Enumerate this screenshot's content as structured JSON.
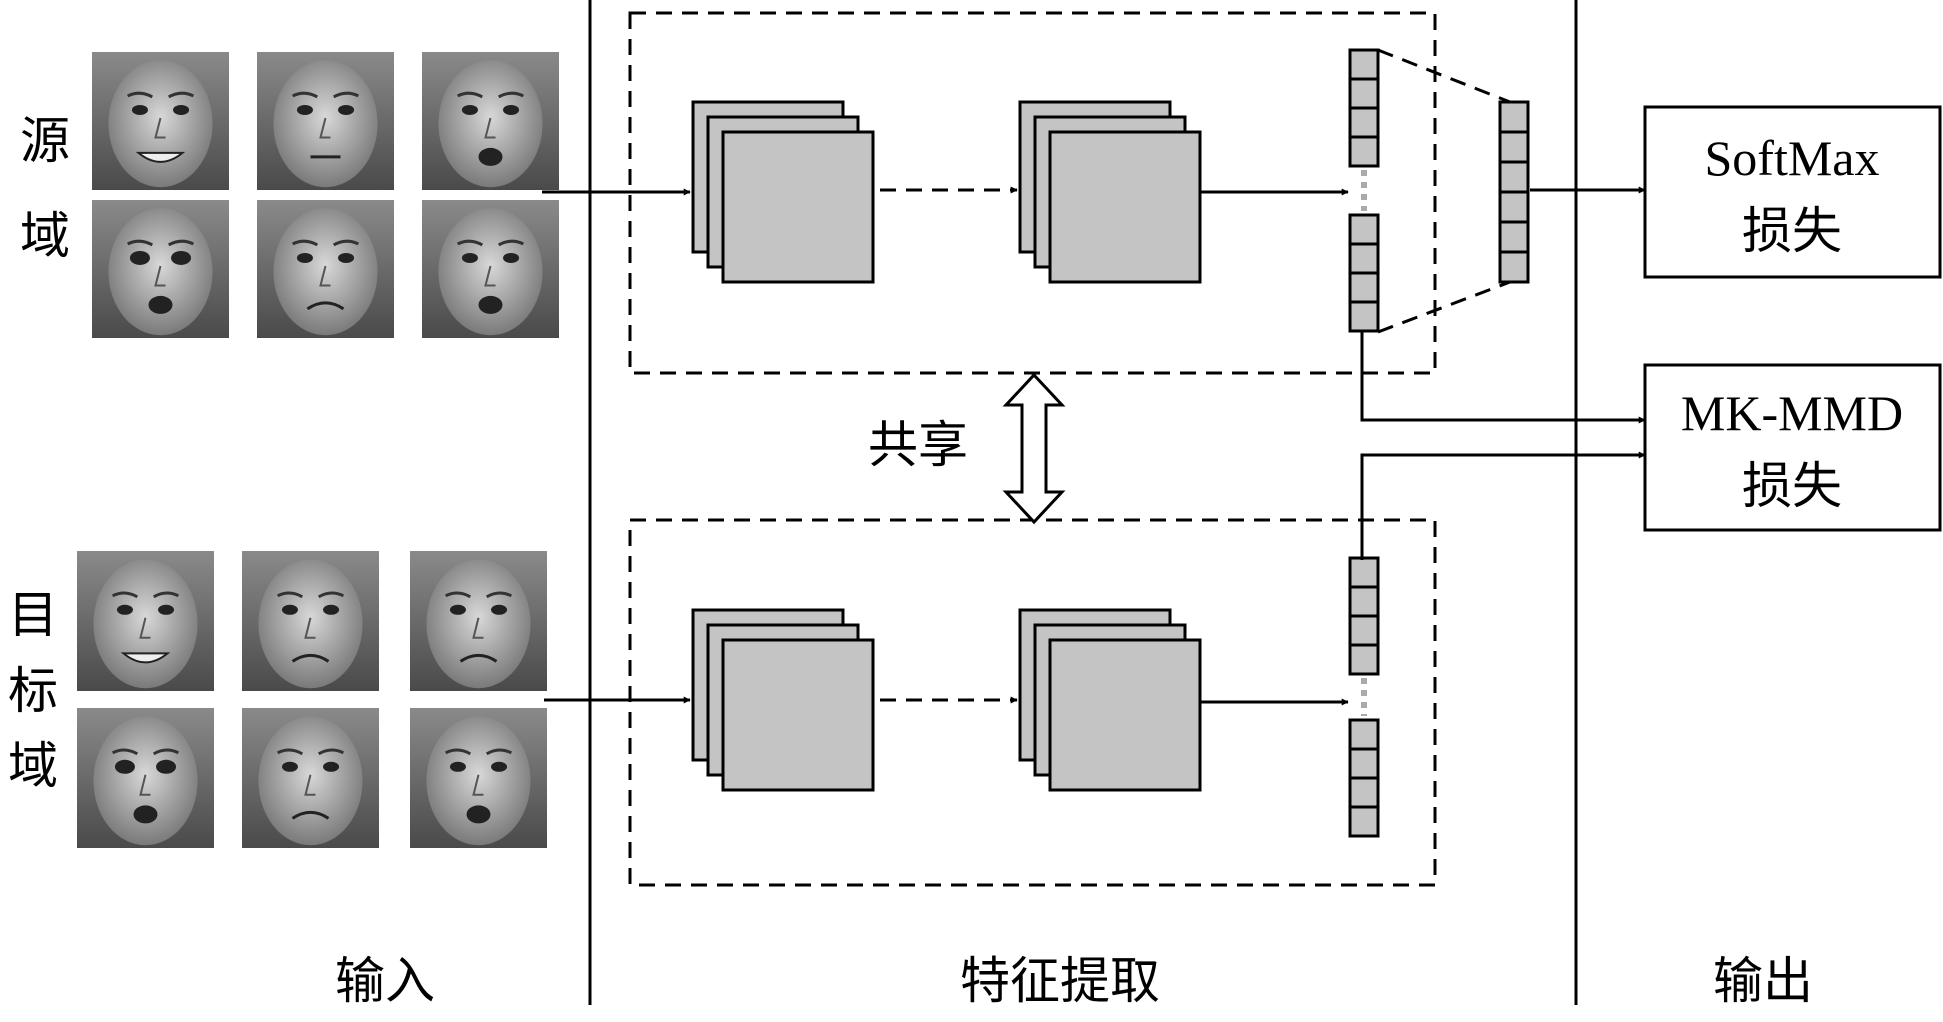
{
  "columns": {
    "input": "输入",
    "feature_extraction": "特征提取",
    "output": "输出"
  },
  "domains": {
    "source": [
      "源",
      "域"
    ],
    "target": [
      "目",
      "标",
      "域"
    ]
  },
  "shared_label": "共享",
  "outputs": {
    "softmax": {
      "line1": "SoftMax",
      "line2": "损失"
    },
    "mkmmd": {
      "line1": "MK-MMD",
      "line2": "损失"
    }
  },
  "images": {
    "source_faces": [
      "happy-face",
      "neutral-face",
      "crying-face",
      "surprised-face",
      "disgusted-face",
      "fearful-face"
    ],
    "target_faces": [
      "happy-face",
      "sad-face",
      "sad-face",
      "surprised-face",
      "disgusted-face",
      "fearful-face"
    ]
  },
  "colors": {
    "layer_fill": "#c4c4c4",
    "stroke": "#000000",
    "face_dark": "#3a3a3a",
    "face_light": "#bdbdbd"
  }
}
